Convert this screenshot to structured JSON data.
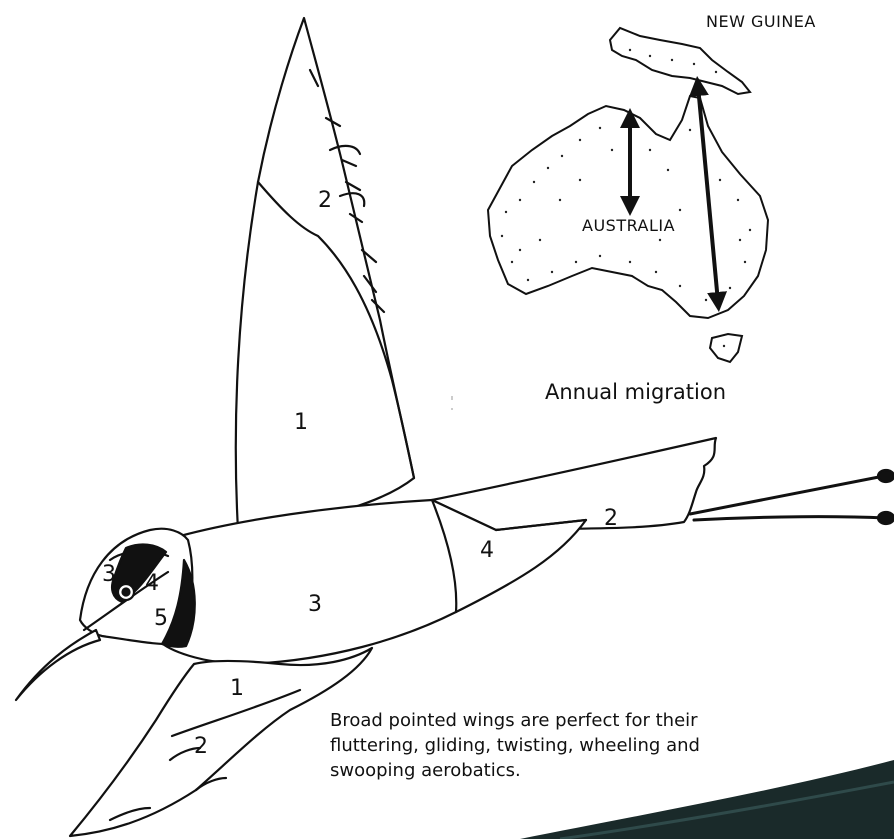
{
  "map": {
    "label_new_guinea": "NEW GUINEA",
    "label_australia": "AUSTRALIA",
    "caption": "Annual migration"
  },
  "bird": {
    "labels": {
      "wing_upper_1": "1",
      "wing_upper_2": "2",
      "tail_2": "2",
      "rump_4": "4",
      "body_3": "3",
      "head_3": "3",
      "head_4": "4",
      "head_5": "5",
      "wing_lower_1": "1",
      "wing_lower_2": "2"
    }
  },
  "description": "Broad pointed wings are perfect for their fluttering, gliding, twisting, wheeling and swooping aerobatics."
}
